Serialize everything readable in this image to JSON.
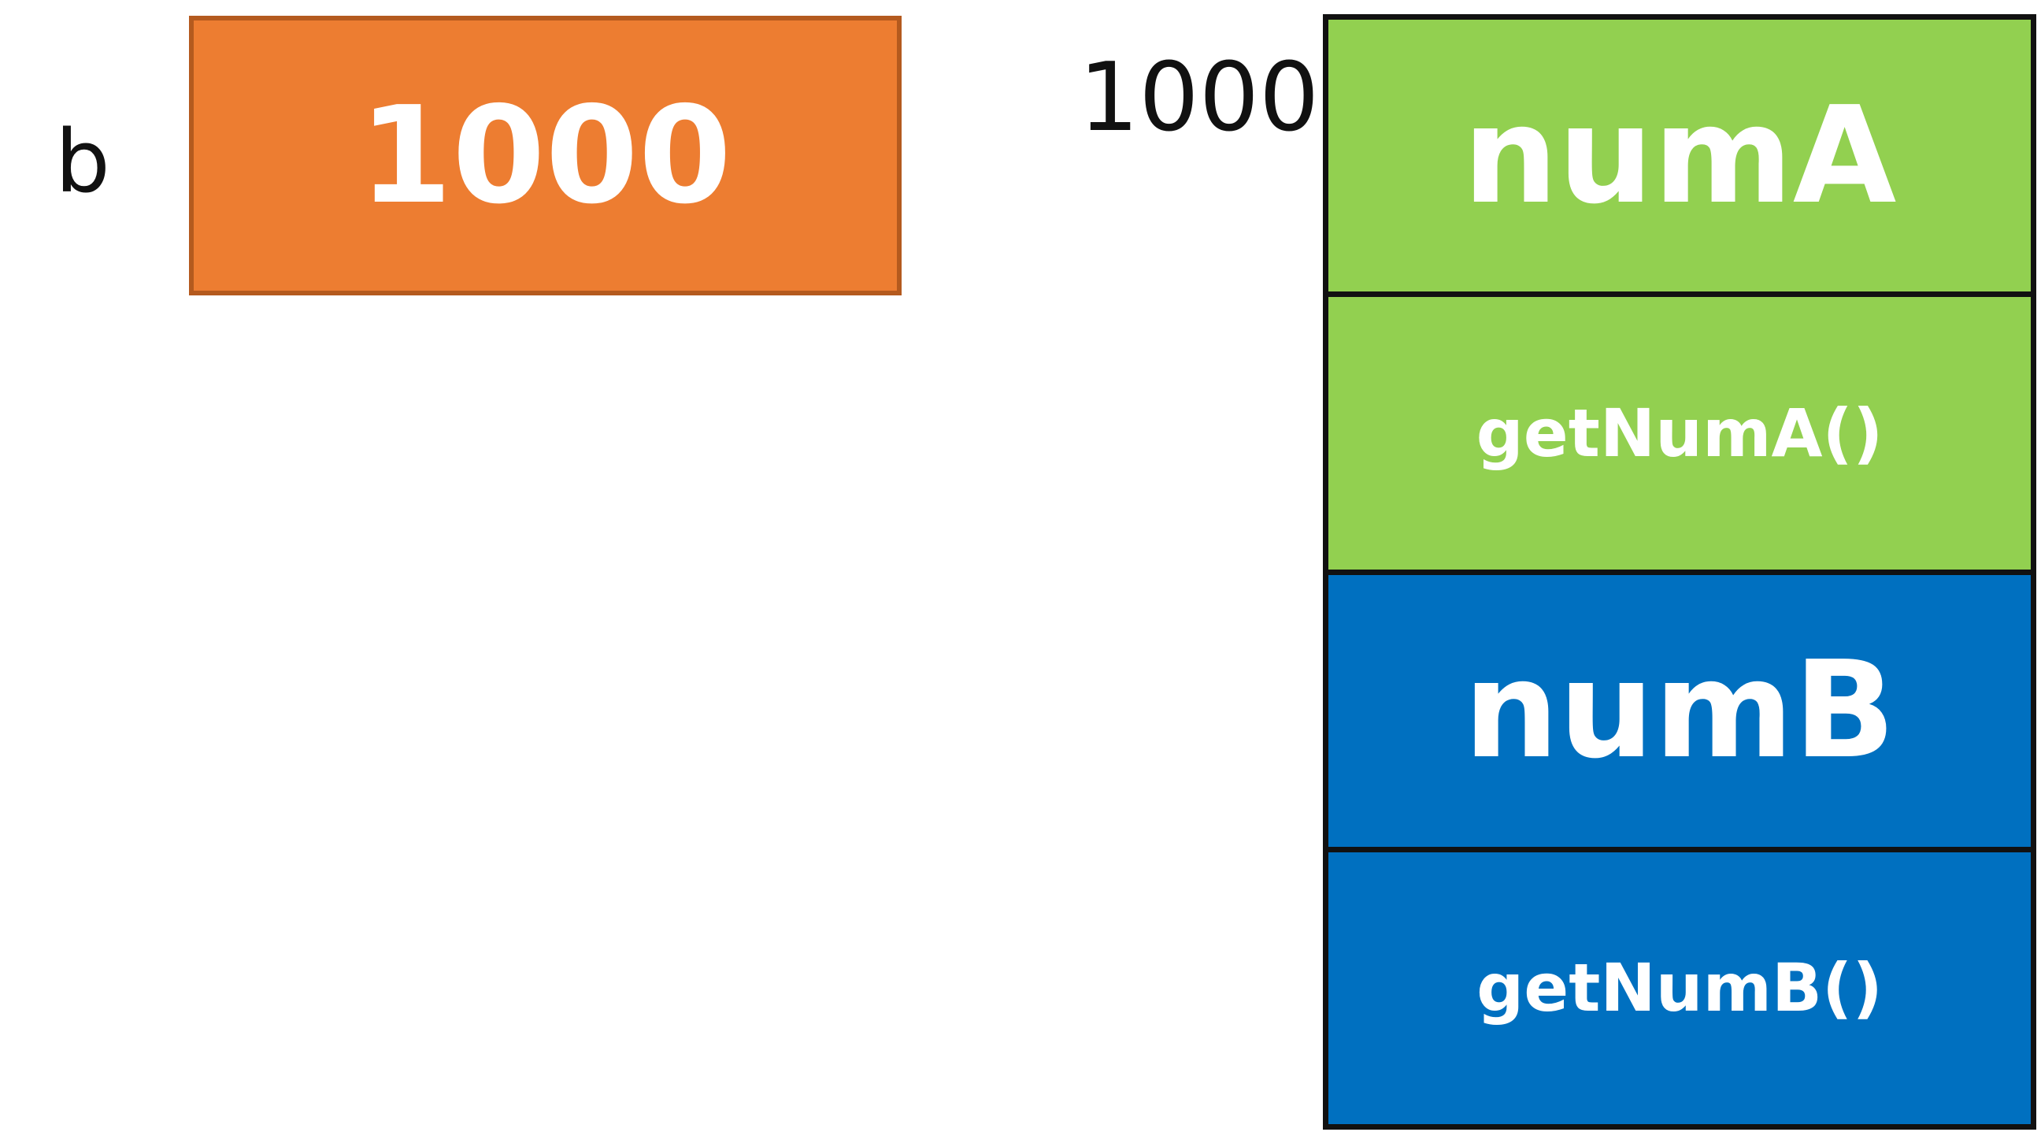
{
  "reference": {
    "variable_name": "b",
    "value": "1000",
    "box_color": "#ED7D31"
  },
  "object": {
    "address": "1000",
    "members": [
      {
        "label": "numA",
        "color": "#92D050"
      },
      {
        "label": "getNumA()",
        "color": "#92D050"
      },
      {
        "label": "numB",
        "color": "#0070C0"
      },
      {
        "label": "getNumB()",
        "color": "#0070C0"
      }
    ]
  }
}
